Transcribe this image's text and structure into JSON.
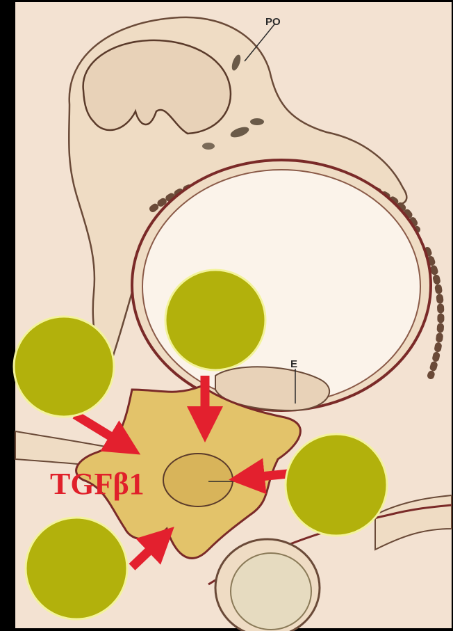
{
  "labels": {
    "podocyte": "PO",
    "endothelium": "E",
    "cytokine": "TGFβ1"
  },
  "colors": {
    "background": "#f3e2d2",
    "cell_fill": "#efdcc4",
    "outline": "#6a4a38",
    "capillary_wall": "#7a2a28",
    "mesangium": "#e3c36a",
    "circle_fill": "#b2b10c",
    "circle_stroke": "#f3f39a",
    "arrow": "#e3202e"
  }
}
